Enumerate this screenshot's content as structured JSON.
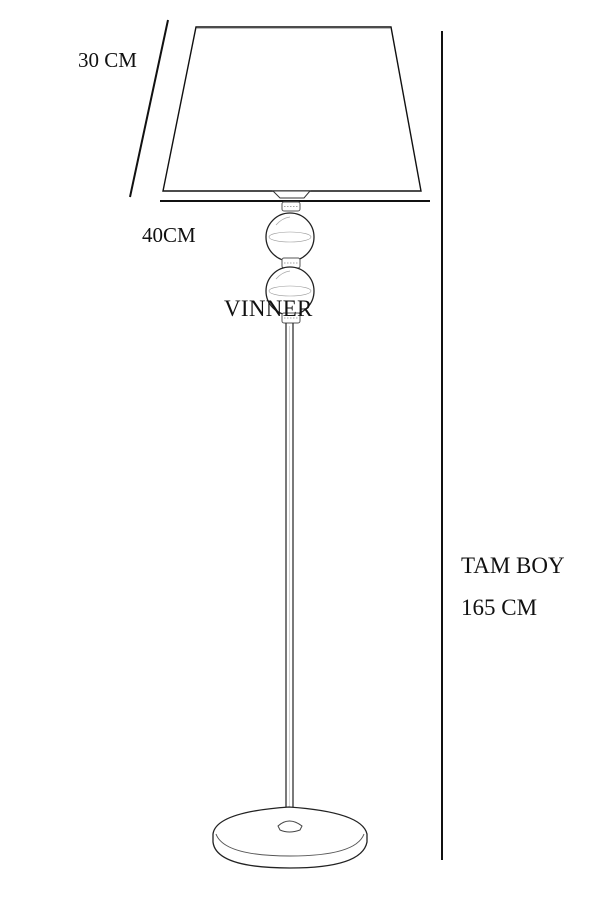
{
  "dimensions": {
    "shade_height": "30 CM",
    "shade_width": "40CM",
    "total_height_label": "TAM BOY",
    "total_height_value": "165 CM"
  },
  "brand": "VINNER",
  "colors": {
    "ink": "#111111",
    "background": "#ffffff",
    "light_stroke": "#777777"
  }
}
